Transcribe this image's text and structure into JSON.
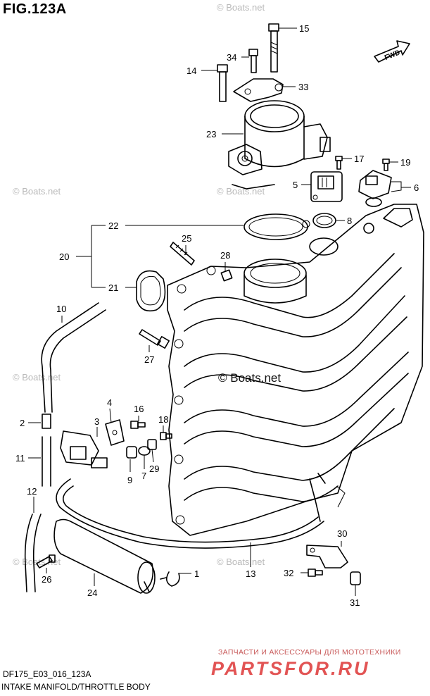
{
  "figure_title": "FIG.123A",
  "footer_code": "DF175_E03_016_123A",
  "footer_name": "INTAKE MANIFOLD/THROTTLE BODY",
  "direction_label": "FWD",
  "watermark": "© Boats.net",
  "promo_text": "ЗАПЧАСТИ И АКСЕССУАРЫ ДЛЯ МОТОТЕХНИКИ",
  "brand_text": "PARTSFOR.RU",
  "callouts": {
    "c1": "1",
    "c2": "2",
    "c3": "3",
    "c4": "4",
    "c5": "5",
    "c6": "6",
    "c7": "7",
    "c8": "8",
    "c9": "9",
    "c10": "10",
    "c11": "11",
    "c12": "12",
    "c13": "13",
    "c14": "14",
    "c15": "15",
    "c16": "16",
    "c17": "17",
    "c18": "18",
    "c19": "19",
    "c20": "20",
    "c21": "21",
    "c22": "22",
    "c23": "23",
    "c24": "24",
    "c25": "25",
    "c26": "26",
    "c27": "27",
    "c28": "28",
    "c29": "29",
    "c30": "30",
    "c31": "31",
    "c32": "32",
    "c33": "33",
    "c34": "34"
  }
}
